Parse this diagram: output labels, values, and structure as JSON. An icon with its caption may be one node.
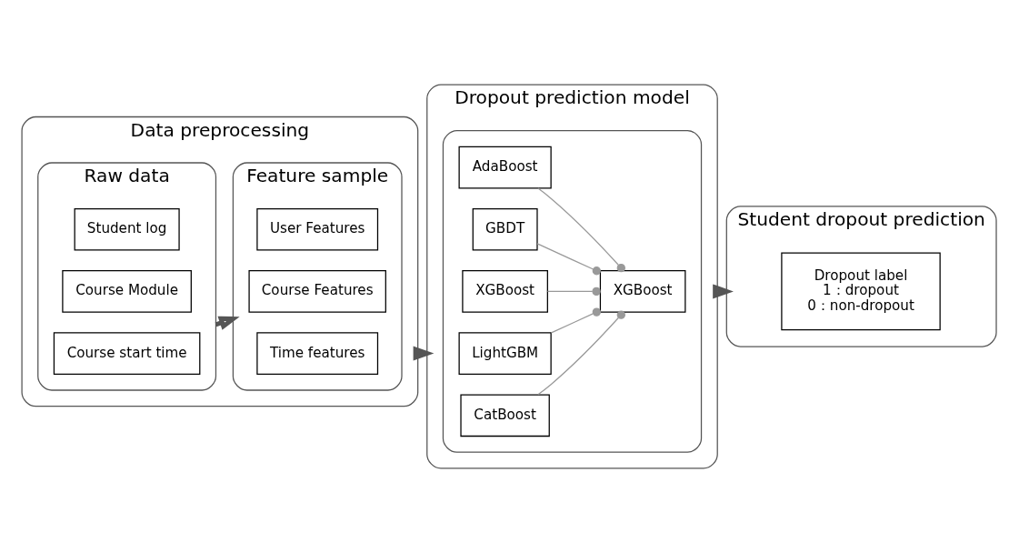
{
  "diagram": {
    "nodes": [
      {
        "text": [
          "Data preprocessing"
        ]
      },
      {
        "text": [
          "Raw data"
        ],
        "in": 0
      },
      {
        "text": [
          "Student log"
        ],
        "in": 1
      },
      {
        "text": [
          "Course Module"
        ],
        "in": 1
      },
      {
        "text": [
          "Course start time"
        ],
        "in": 1
      },
      {
        "text": [
          "Feature sample"
        ],
        "in": 0
      },
      {
        "text": [
          "User Features"
        ],
        "in": 5
      },
      {
        "text": [
          "Course Features"
        ],
        "in": 5
      },
      {
        "text": [
          "Time features"
        ],
        "in": 5
      },
      {
        "text": [
          "Dropout prediction model"
        ]
      },
      {
        "text": [],
        "shape": "box",
        "in": 9
      },
      {
        "text": [
          "AdaBoost"
        ],
        "in": 10
      },
      {
        "text": [
          "GBDT"
        ],
        "in": 10
      },
      {
        "text": [
          "XGBoost"
        ],
        "in": 10
      },
      {
        "text": [
          "LightGBM"
        ],
        "in": 10
      },
      {
        "text": [
          "CatBoost"
        ],
        "in": 10
      },
      {
        "text": [
          "XGBoost"
        ],
        "in": 10
      },
      {
        "text": [
          "Student dropout prediction"
        ]
      },
      {
        "text": [
          "Dropout label",
          "1：dropout",
          "0：non-dropout"
        ],
        "in": 17
      }
    ],
    "edges": [
      {
        "from": 1,
        "to": 5,
        "arrow": "to",
        "style": "thick"
      },
      {
        "from": 0,
        "to": 9,
        "arrow": "to",
        "style": "thick"
      },
      {
        "from": 11,
        "to": 16,
        "arrow": "other"
      },
      {
        "from": 12,
        "to": 16,
        "arrow": "other"
      },
      {
        "from": 13,
        "to": 16,
        "arrow": "other"
      },
      {
        "from": 14,
        "to": 16,
        "arrow": "other"
      },
      {
        "from": 15,
        "to": 16,
        "arrow": "other"
      },
      {
        "from": 9,
        "to": 17,
        "arrow": "to",
        "style": "thick"
      }
    ]
  }
}
